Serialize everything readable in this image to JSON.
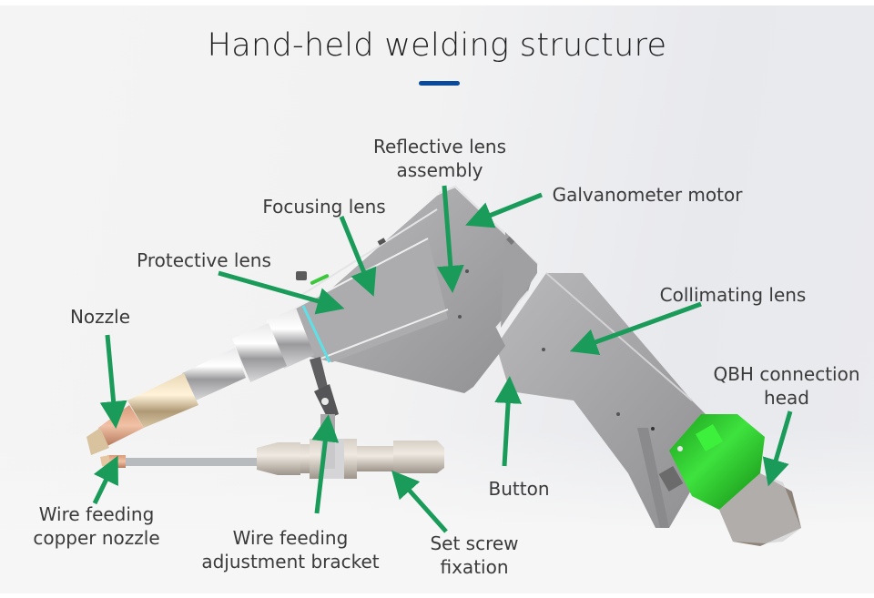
{
  "title": "Hand-held welding structure",
  "colors": {
    "accent_underline": "#0a4a9c",
    "arrow": "#1a9b5a",
    "label_text": "#3a3a3a",
    "title_text": "#1e1e1e",
    "qbh_green": "#22b022",
    "lens_cyan": "#5fe0e6"
  },
  "labels": [
    {
      "id": "reflective-lens-assembly",
      "lines": [
        "Reflective lens",
        "assembly"
      ]
    },
    {
      "id": "galvanometer-motor",
      "lines": [
        "Galvanometer motor"
      ]
    },
    {
      "id": "focusing-lens",
      "lines": [
        "Focusing lens"
      ]
    },
    {
      "id": "protective-lens",
      "lines": [
        "Protective lens"
      ]
    },
    {
      "id": "nozzle",
      "lines": [
        "Nozzle"
      ]
    },
    {
      "id": "collimating-lens",
      "lines": [
        "Collimating lens"
      ]
    },
    {
      "id": "qbh-connection-head",
      "lines": [
        "QBH connection",
        "head"
      ]
    },
    {
      "id": "button",
      "lines": [
        "Button"
      ]
    },
    {
      "id": "wire-feeding-copper-nozzle",
      "lines": [
        "Wire feeding",
        "copper nozzle"
      ]
    },
    {
      "id": "wire-feeding-adjustment-bracket",
      "lines": [
        "Wire feeding",
        "adjustment bracket"
      ]
    },
    {
      "id": "set-screw-fixation",
      "lines": [
        "Set screw",
        "fixation"
      ]
    }
  ]
}
